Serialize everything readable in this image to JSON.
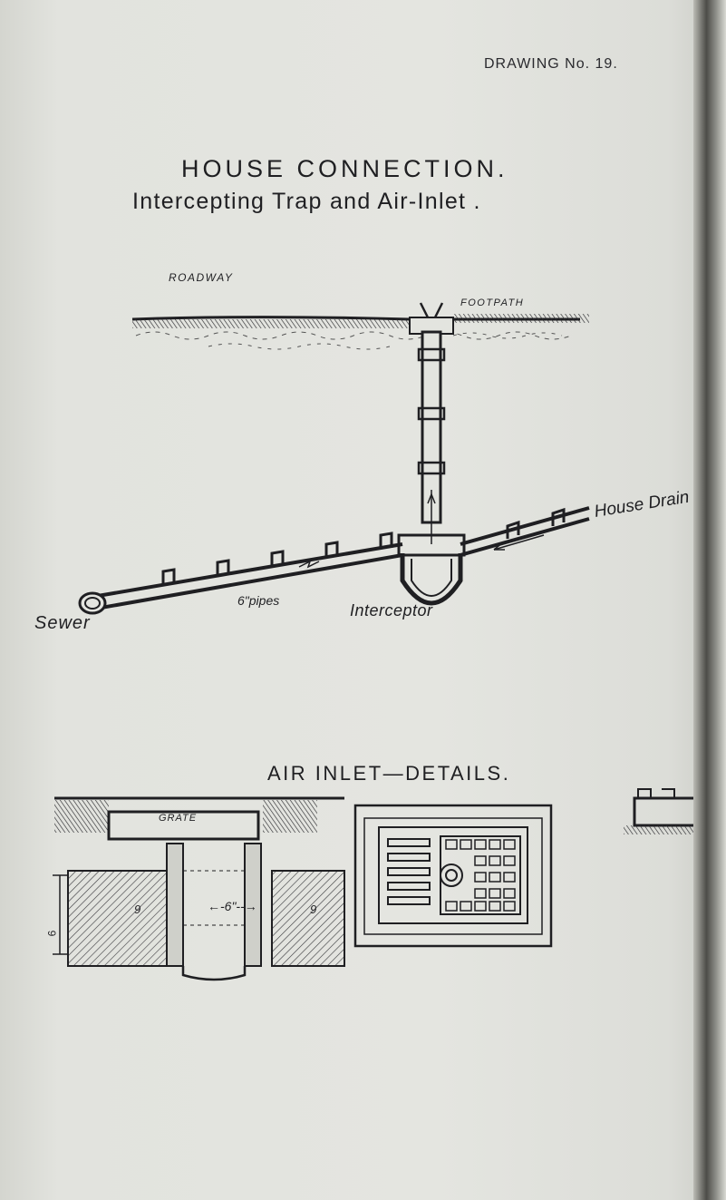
{
  "header": {
    "drawing_number": "DRAWING No. 19."
  },
  "title": {
    "main": "HOUSE CONNECTION.",
    "subtitle": "Intercepting Trap and Air-Inlet ."
  },
  "section_view": {
    "labels": {
      "roadway": "ROADWAY",
      "footpath": "FOOTPATH",
      "house_drain": "House Drain",
      "sewer": "Sewer",
      "pipes": "6\"pipes",
      "interceptor": "Interceptor"
    }
  },
  "details": {
    "title": "AIR INLET—DETAILS.",
    "labels": {
      "grate": "GRATE",
      "dim_six": "←-6\"--→",
      "dim_nine_left": "9",
      "dim_nine_right": "9",
      "dim_height": "6"
    }
  },
  "colors": {
    "ink": "#1f1f22",
    "paper": "#e3e4df",
    "hatch": "#3a3a3e"
  }
}
